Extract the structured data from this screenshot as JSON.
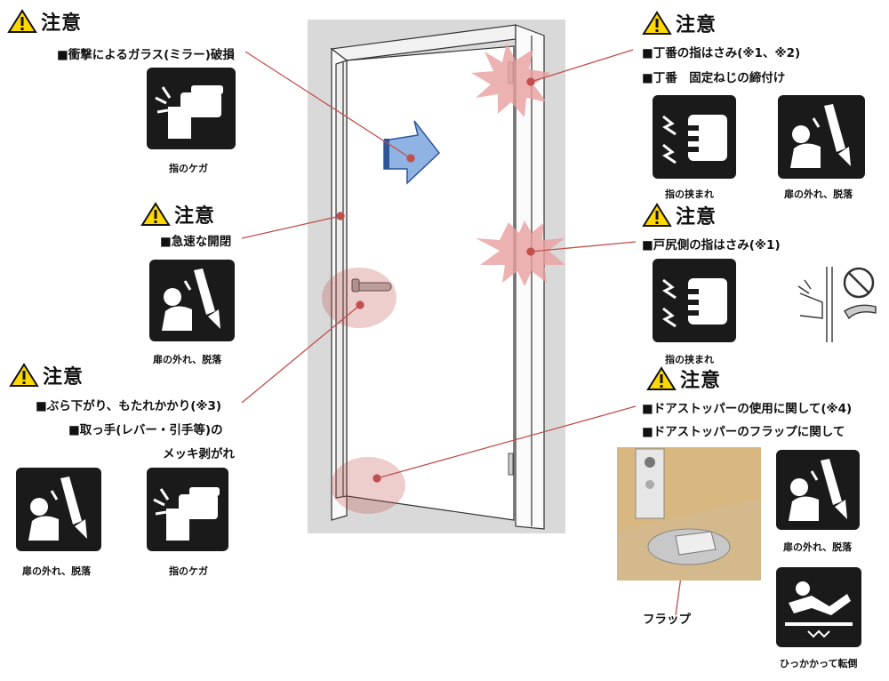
{
  "warning_title": "注意",
  "blocks": {
    "glass": {
      "item1": "■衝撃によるガラス(ミラー)破損",
      "caption": "指のケガ"
    },
    "open": {
      "item1": "■急速な開閉",
      "caption": "扉の外れ、脱落"
    },
    "hang": {
      "item1": "■ぶら下がり、もたれかかり(※3)",
      "item2": "■取っ手(レバー・引手等)の",
      "item3": "メッキ剥がれ",
      "caption1": "扉の外れ、脱落",
      "caption2": "指のケガ"
    },
    "hinge": {
      "item1": "■丁番の指はさみ(※1、※2)",
      "item2": "■丁番　固定ねじの締付け",
      "caption1": "指の挟まれ",
      "caption2": "扉の外れ、脱落"
    },
    "latch": {
      "item1": "■戸尻側の指はさみ(※1)",
      "caption": "指の挟まれ"
    },
    "stopper": {
      "item1": "■ドアストッパーの使用に関して(※4)",
      "item2": "■ドアストッパーのフラップに関して",
      "flap_label": "フラップ",
      "caption1": "扉の外れ、脱落",
      "caption2": "ひっかかって転倒"
    }
  },
  "colors": {
    "accent": "#c0504d",
    "pictogram_bg": "#1a1a1a",
    "warning_yellow": "#ffd800",
    "backdrop": "#d9d9d9"
  },
  "icons": [
    "warning-triangle-icon",
    "finger-injury-icon",
    "door-fall-icon",
    "finger-pinch-icon",
    "trip-fall-icon",
    "no-finger-icon"
  ]
}
